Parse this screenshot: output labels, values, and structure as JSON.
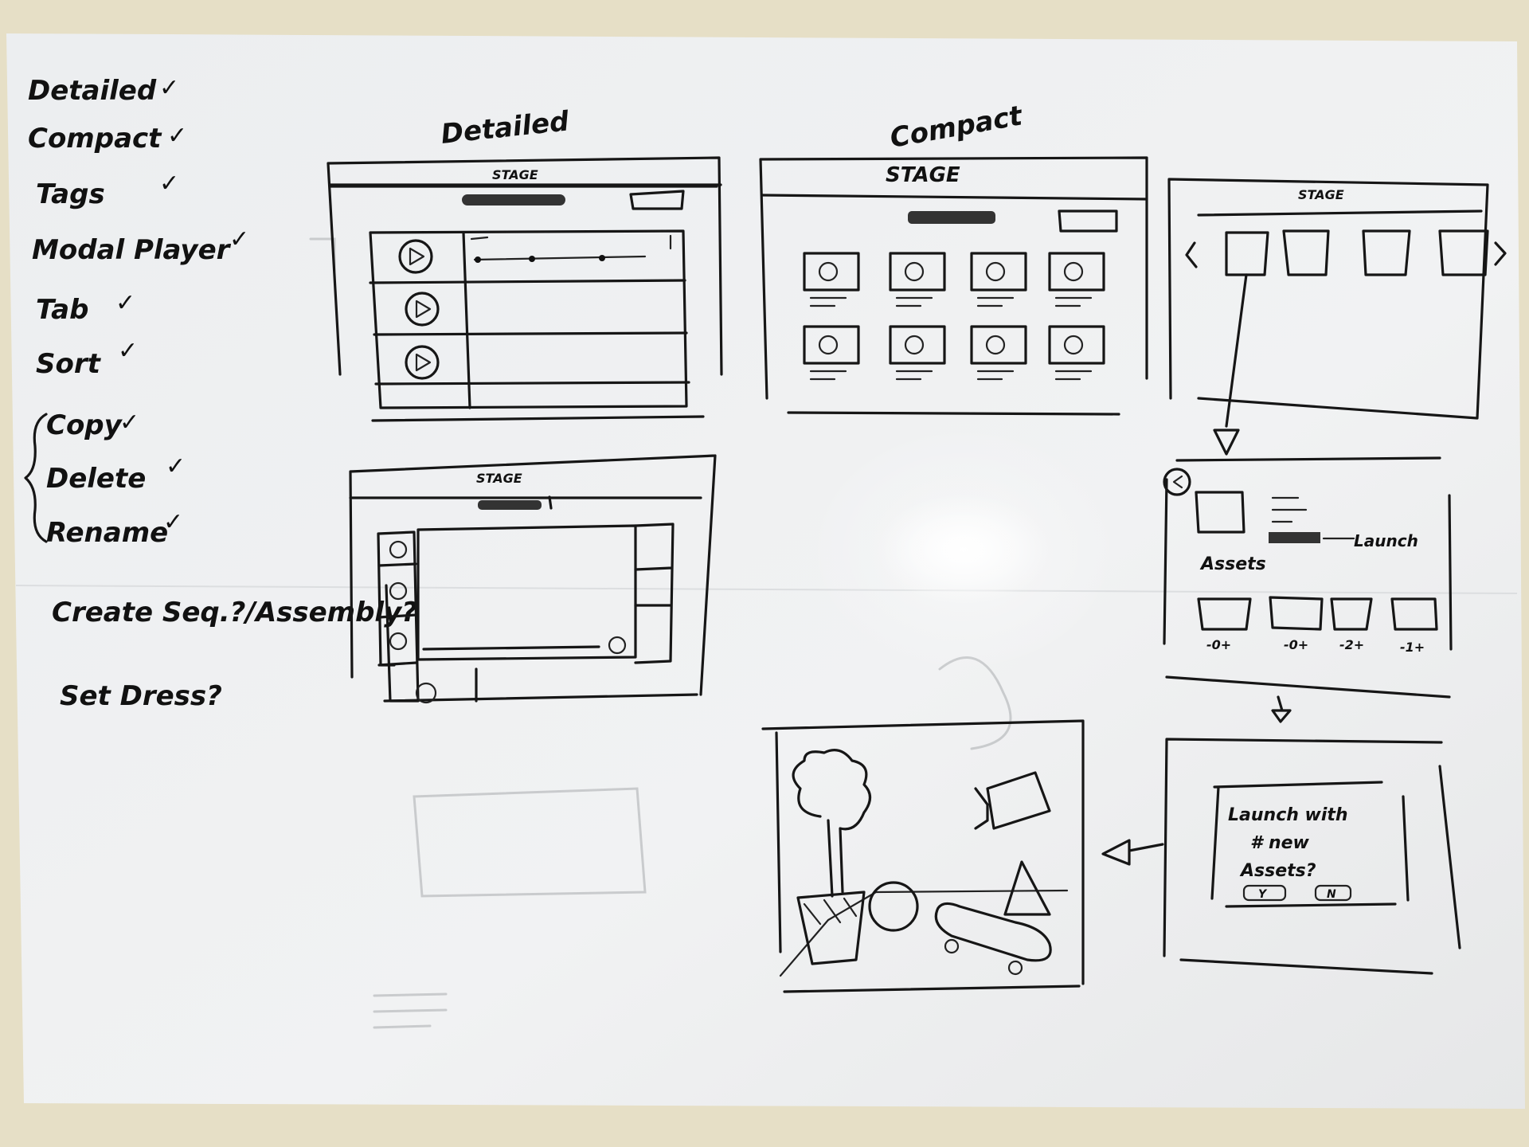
{
  "checklist": {
    "items": [
      {
        "label": "Detailed",
        "mark": "✓"
      },
      {
        "label": "Compact",
        "mark": "✓"
      },
      {
        "label": "Tags",
        "mark": "✓"
      },
      {
        "label": "Modal Player",
        "mark": "✓"
      },
      {
        "label": "Tab",
        "mark": "✓"
      },
      {
        "label": "Sort",
        "mark": "✓"
      },
      {
        "label": "Copy",
        "mark": "✓"
      },
      {
        "label": "Delete",
        "mark": "✓"
      },
      {
        "label": "Rename",
        "mark": "✓"
      }
    ],
    "questions": [
      "Create Seq.?/Assembly?",
      "Set Dress?"
    ]
  },
  "sketches": {
    "detailed": {
      "heading": "Detailed",
      "title": "STAGE"
    },
    "compact": {
      "heading": "Compact",
      "title": "STAGE"
    },
    "player": {
      "title": "STAGE"
    },
    "carousel": {
      "title": "STAGE"
    },
    "detail": {
      "section_label": "Assets",
      "launch_label": "Launch",
      "asset_counts": [
        "-0+",
        "-0+",
        "-2+",
        "-1+"
      ]
    },
    "dialog": {
      "line1": "Launch with",
      "line2": "# new",
      "line3": "Assets?",
      "yes": "Y",
      "no": "N"
    }
  },
  "colors": {
    "board": "#f2f3f4",
    "ink": "#161616",
    "wall": "#e8e2cc"
  }
}
